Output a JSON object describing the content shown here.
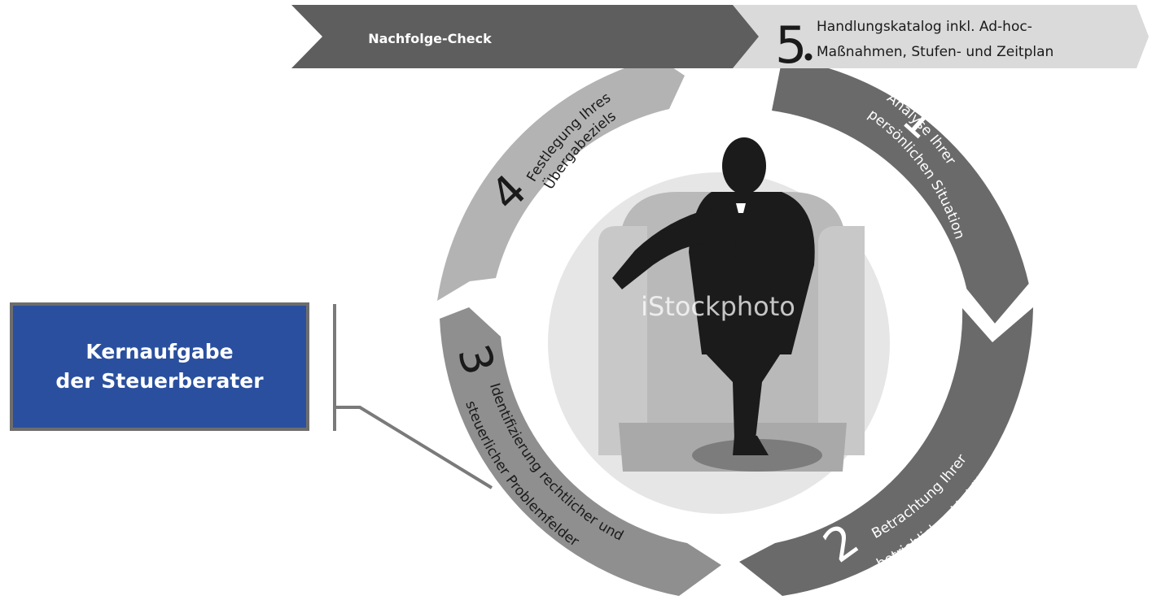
{
  "banner": {
    "check_label": "Nachfolge-Check",
    "step5_number": "5",
    "step5_line1": "Handlungskatalog inkl. Ad-hoc-",
    "step5_line2": "Maßnahmen, Stufen- und Zeitplan"
  },
  "cycle": {
    "steps": [
      {
        "number": "1",
        "line1": "Analyse Ihrer",
        "line2": "persönlichen Situation"
      },
      {
        "number": "2",
        "line1": "Betrachtung Ihrer",
        "line2": "betrieblichen Verhältnisse"
      },
      {
        "number": "3",
        "line1": "Identifizierung rechtlicher und",
        "line2": "steuerlicher Problemfelder"
      },
      {
        "number": "4",
        "line1": "Festlegung Ihres",
        "line2": "Übergabeziels"
      }
    ]
  },
  "center_image": {
    "watermark": "iStockphoto",
    "icon": "businessman-in-armchair-silhouette"
  },
  "callout": {
    "line1": "Kernaufgabe",
    "line2": "der Steuerberater"
  },
  "colors": {
    "arrow_dark": "#6a6a6a",
    "arrow_mid": "#8f8f8f",
    "arrow_light": "#b3b3b3",
    "banner_light": "#dadada",
    "callout_blue": "#2a4f9e"
  }
}
